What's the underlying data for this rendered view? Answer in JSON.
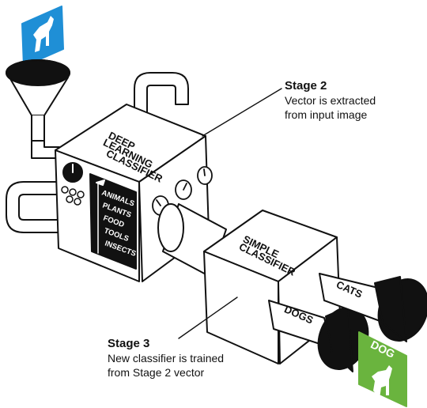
{
  "stage2": {
    "title": "Stage 2",
    "line1": "Vector is extracted",
    "line2": "from input image"
  },
  "stage3": {
    "title": "Stage 3",
    "line1": "New classifier is trained",
    "line2": "from Stage 2 vector"
  },
  "deep_classifier": {
    "label": [
      "DEEP",
      "LEARNING",
      "CLASSIFIER"
    ]
  },
  "simple_classifier": {
    "label": [
      "SIMPLE",
      "CLASSIFIER"
    ]
  },
  "categories": [
    "ANIMALS",
    "PLANTS",
    "FOOD",
    "TOOLS",
    "INSECTS"
  ],
  "outputs": {
    "dogs": "DOGS",
    "cats": "CATS"
  },
  "result_tag": "DOG",
  "colors": {
    "input_tag": "#1f8fd6",
    "output_tag": "#6ab43e",
    "ink": "#111111"
  },
  "icons": {
    "input": "dog-silhouette-icon",
    "output": "dog-silhouette-icon"
  }
}
